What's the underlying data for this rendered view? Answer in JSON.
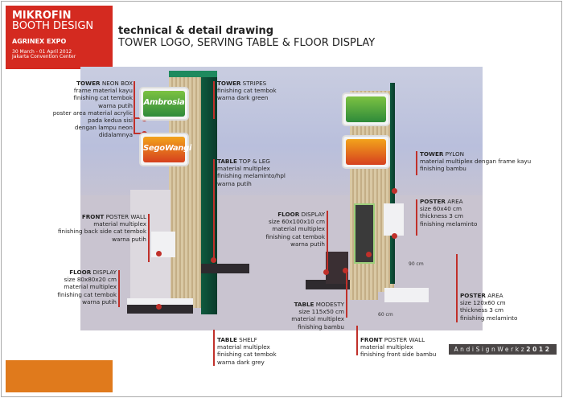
{
  "header": {
    "brand_line1": "MIKROFIN",
    "brand_line2": "BOOTH DESIGN",
    "event": "AGRINEX EXPO",
    "date": "30 March - 01 April 2012",
    "venue": "Jakarta Convention Center",
    "title": "technical & detail drawing",
    "subtitle": "TOWER LOGO, SERVING TABLE & FLOOR DISPLAY"
  },
  "signs": {
    "sign1": "Ambrosia",
    "sign2": "SegoWangi"
  },
  "dimensions": {
    "d1": "90 cm",
    "d2": "60 cm"
  },
  "labels": {
    "tower_neon_box": {
      "bold": "TOWER",
      "rest": " NEON BOX",
      "lines": [
        "frame material kayu",
        "finishing cat tembok",
        "warna putih",
        "poster area material acrylic",
        "pada kedua sisi",
        "dengan lampu neon",
        "didalamnya"
      ]
    },
    "tower_stripes": {
      "bold": "TOWER",
      "rest": " STRIPES",
      "lines": [
        "finishing cat tembok",
        "warna dark green"
      ]
    },
    "table_top_leg": {
      "bold": "TABLE",
      "rest": " TOP & LEG",
      "lines": [
        "material multiplex",
        "finishing melaminto/hpl",
        "warna putih"
      ]
    },
    "front_poster_wall_left": {
      "bold": "FRONT",
      "rest": " POSTER WALL",
      "lines": [
        "material multiplex",
        "finishing back side cat tembok",
        "warna putih"
      ]
    },
    "floor_display_left": {
      "bold": "FLOOR",
      "rest": " DISPLAY",
      "lines": [
        "size 80x80x20 cm",
        "material multiplex",
        "finishing cat tembok",
        "warna putih"
      ]
    },
    "floor_display_mid": {
      "bold": "FLOOR",
      "rest": " DISPLAY",
      "lines": [
        "size 60x100x10 cm",
        "material multiplex",
        "finishing cat tembok",
        "warna putih"
      ]
    },
    "table_modesty": {
      "bold": "TABLE",
      "rest": " MODESTY",
      "lines": [
        "size 115x50 cm",
        "material multiplex",
        "finishing bambu"
      ]
    },
    "tower_pylon": {
      "bold": "TOWER",
      "rest": " PYLON",
      "lines": [
        "material multiplex dengan frame kayu",
        "finishing bambu"
      ]
    },
    "poster_area_small": {
      "bold": "POSTER",
      "rest": " AREA",
      "lines": [
        "size 60x40 cm",
        "thickness 3 cm",
        "finishing melaminto"
      ]
    },
    "poster_area_large": {
      "bold": "POSTER",
      "rest": " AREA",
      "lines": [
        "size 120x60 cm",
        "thickness 3 cm",
        "finishing melaminto"
      ]
    },
    "table_shelf": {
      "bold": "TABLE",
      "rest": " SHELF",
      "lines": [
        "material multiplex",
        "finishing cat tembok",
        "warna dark grey"
      ]
    },
    "front_poster_wall_bottom": {
      "bold": "FRONT",
      "rest": " POSTER WALL",
      "lines": [
        "material multiplex",
        "finishing front side bambu"
      ]
    }
  },
  "footer": {
    "credit": "AndiSignWerkz",
    "year": "2012"
  },
  "colors": {
    "red": "#d42a20",
    "orange": "#e07a1c",
    "leader": "#c0302a",
    "green": "#0f5a3e"
  }
}
